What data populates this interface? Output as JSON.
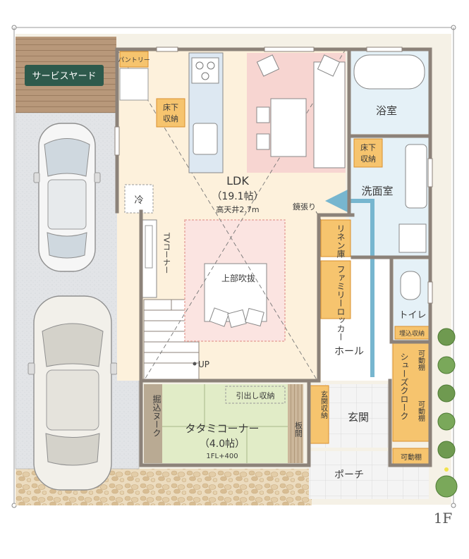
{
  "rooms": {
    "service_yard": "サービスヤード",
    "pantry": "パントリー",
    "underfloor_kitchen": "床下収納",
    "fridge": "冷",
    "ldk": "LDK",
    "ldk_size": "（19.1帖）",
    "ldk_ceiling": "高天井2.7m",
    "tv_corner": "TVコーナー",
    "atrium": "上部吹抜",
    "up": "UP",
    "bath": "浴室",
    "underfloor_wash": "床下収納",
    "washroom": "洗面室",
    "mirror": "鏡張り",
    "linen": "リネン庫",
    "family_locker": "ファミリーロッカー",
    "toilet": "トイレ",
    "toilet_storage": "埋込収納",
    "hall": "ホール",
    "movable_shelf_1": "可動棚",
    "shoes_cloak": "シューズクローク",
    "movable_shelf_2": "可動棚",
    "movable_shelf_3": "可動棚",
    "entrance_storage": "玄関収納",
    "entrance": "玄関",
    "board_alcove": "板間",
    "sunken_nook": "掘込ヌーク",
    "drawer_storage": "引出し収納",
    "tatami": "タタミコーナー",
    "tatami_size": "（4.0帖）",
    "tatami_level": "1FL+400",
    "porch": "ポーチ",
    "floor": "1F"
  },
  "colors": {
    "wall": "#8c8279",
    "floor_cream": "#fcf3e0",
    "ldk_floor": "#fdf1dc",
    "dining_pink": "#f7d5d1",
    "wet_blue": "#e5f1f7",
    "storage_orange": "#f6c46e",
    "storage_border": "#d9902f",
    "tatami_green": "#e1ecc7",
    "concrete": "#e1e3e6",
    "deck_brown": "#b49373",
    "gravel": "#e8d5b5",
    "yard_green": "#2e5a4c",
    "arrow_blue": "#77b6cf"
  }
}
